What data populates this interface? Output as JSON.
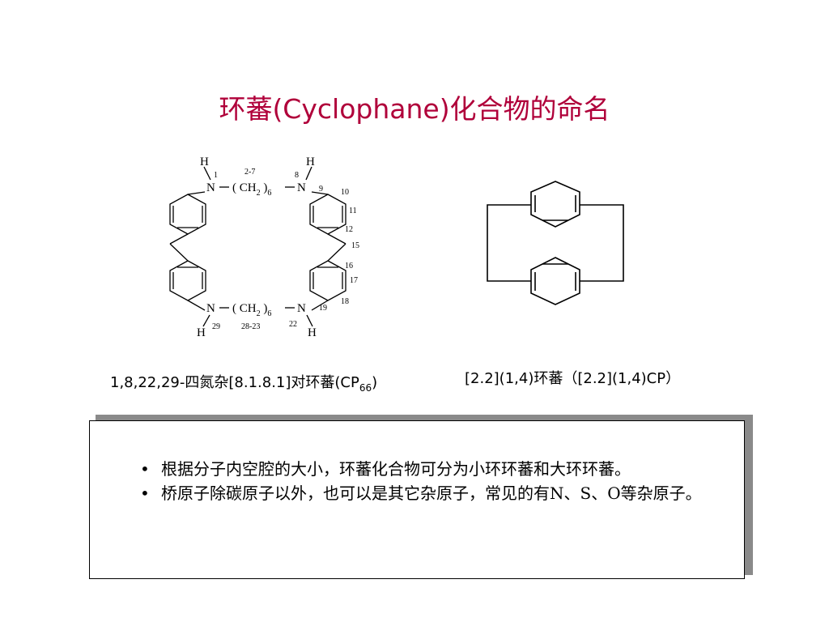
{
  "slide": {
    "title": "环蕃(Cyclophane)化合物的命名"
  },
  "structure_left": {
    "labels": {
      "h_top_left": "H",
      "h_top_right": "H",
      "n_top_left": "N",
      "n_top_right": "N",
      "n_bottom_left": "N",
      "n_bottom_right": "N",
      "h_bottom_left": "H",
      "h_bottom_right": "H",
      "ch2_top": "( CH",
      "ch2_top_sub": "2",
      "ch2_top_close": " )",
      "ch2_top_n": "6",
      "ch2_bottom": "( CH",
      "ch2_bottom_sub": "2",
      "ch2_bottom_close": " )",
      "ch2_bottom_n": "6"
    },
    "numbers": {
      "n1": "1",
      "n2_7": "2-7",
      "n8": "8",
      "n9": "9",
      "n10": "10",
      "n11": "11",
      "n12": "12",
      "n15": "15",
      "n16": "16",
      "n17": "17",
      "n18": "18",
      "n19": "19",
      "n22": "22",
      "n28_23": "28-23",
      "n29": "29"
    },
    "caption_main": "1,8,22,29-四氮杂[8.1.8.1]对环蕃(CP",
    "caption_sub": "66",
    "caption_close": ")"
  },
  "structure_right": {
    "caption": "[2.2](1,4)环蕃（[2.2](1,4)CP）"
  },
  "notes": {
    "bullet_symbol": "•",
    "items": [
      "根据分子内空腔的大小，环蕃化合物可分为小环环蕃和大环环蕃。",
      "桥原子除碳原子以外，也可以是其它杂原子，常见的有N、S、O等杂原子。"
    ]
  },
  "colors": {
    "title": "#b0003a",
    "shadow": "#8a8a8a"
  }
}
